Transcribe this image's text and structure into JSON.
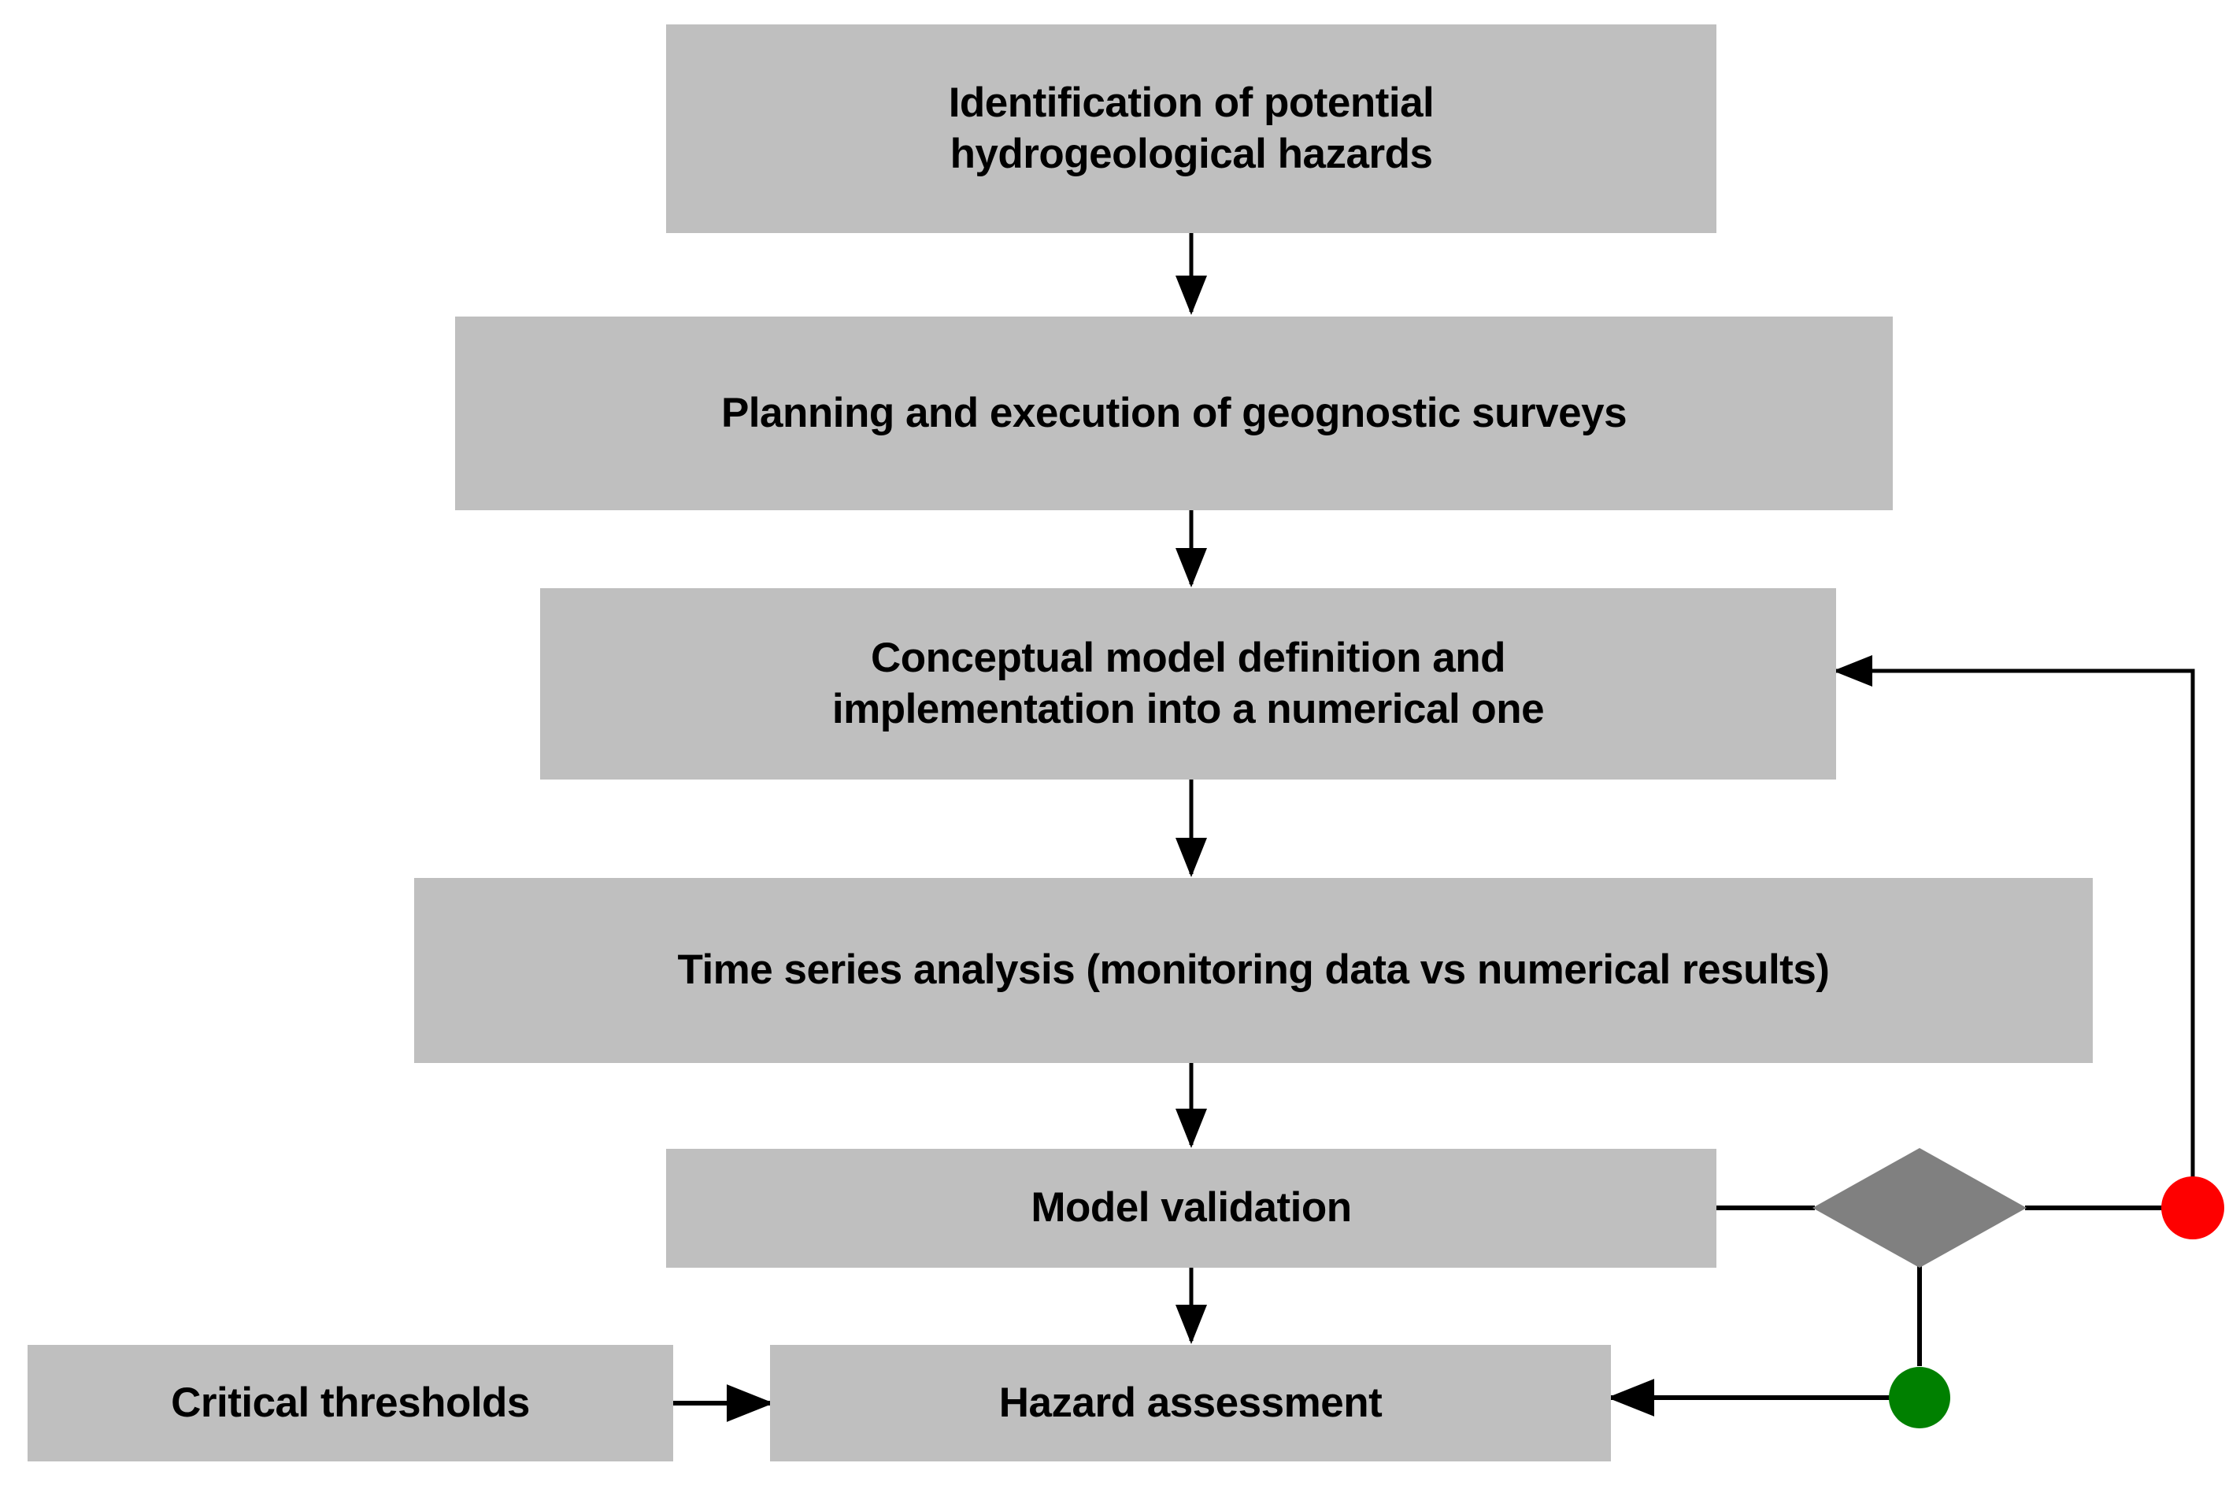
{
  "diagram": {
    "title": "Hydrogeological hazard assessment workflow",
    "background": "#ffffff",
    "node_fill": "#bfbfbf",
    "decision_fill": "#808080",
    "line_color": "#000000",
    "text_color": "#000000",
    "nodes": [
      {
        "id": "identification",
        "label": "Identification of potential hydrogeological hazards",
        "line1": "Identification of potential",
        "line2": "hydrogeological hazards",
        "shape": "rectangle"
      },
      {
        "id": "surveys",
        "label": "Planning and execution of geognostic surveys",
        "line1": "Planning and execution of geognostic surveys",
        "line2": "",
        "shape": "rectangle"
      },
      {
        "id": "conceptual-model",
        "label": "Conceptual model definition and implementation into a numerical one",
        "line1": "Conceptual model definition and",
        "line2": "implementation into a numerical one",
        "shape": "rectangle"
      },
      {
        "id": "time-series",
        "label": "Time series analysis (monitoring data vs numerical results)",
        "line1": "Time series analysis (monitoring data vs numerical results)",
        "line2": "",
        "shape": "rectangle"
      },
      {
        "id": "model-validation",
        "label": "Model validation",
        "line1": "Model validation",
        "line2": "",
        "shape": "rectangle"
      },
      {
        "id": "critical-thresholds",
        "label": "Critical thresholds",
        "line1": "Critical thresholds",
        "line2": "",
        "shape": "rectangle"
      },
      {
        "id": "hazard-assessment",
        "label": "Hazard assessment",
        "line1": "Hazard assessment",
        "line2": "",
        "shape": "rectangle"
      }
    ],
    "decision": {
      "id": "validation-decision",
      "label": "",
      "shape": "diamond",
      "fill": "#808080"
    },
    "markers": [
      {
        "id": "not-validated-marker",
        "color": "#fe0000",
        "meaning": "negative outcome - loop back to conceptual model"
      },
      {
        "id": "validated-marker",
        "color": "#008000",
        "meaning": "positive outcome - proceed to hazard assessment"
      }
    ],
    "edges": [
      {
        "from": "identification",
        "to": "surveys",
        "label": ""
      },
      {
        "from": "surveys",
        "to": "conceptual-model",
        "label": ""
      },
      {
        "from": "conceptual-model",
        "to": "time-series",
        "label": ""
      },
      {
        "from": "time-series",
        "to": "model-validation",
        "label": ""
      },
      {
        "from": "model-validation",
        "to": "hazard-assessment",
        "label": ""
      },
      {
        "from": "model-validation",
        "to": "validation-decision",
        "label": ""
      },
      {
        "from": "validation-decision",
        "to": "not-validated-marker",
        "label": ""
      },
      {
        "from": "not-validated-marker",
        "to": "conceptual-model",
        "label": ""
      },
      {
        "from": "validation-decision",
        "to": "validated-marker",
        "label": ""
      },
      {
        "from": "validated-marker",
        "to": "hazard-assessment",
        "label": ""
      },
      {
        "from": "critical-thresholds",
        "to": "hazard-assessment",
        "label": ""
      }
    ]
  }
}
